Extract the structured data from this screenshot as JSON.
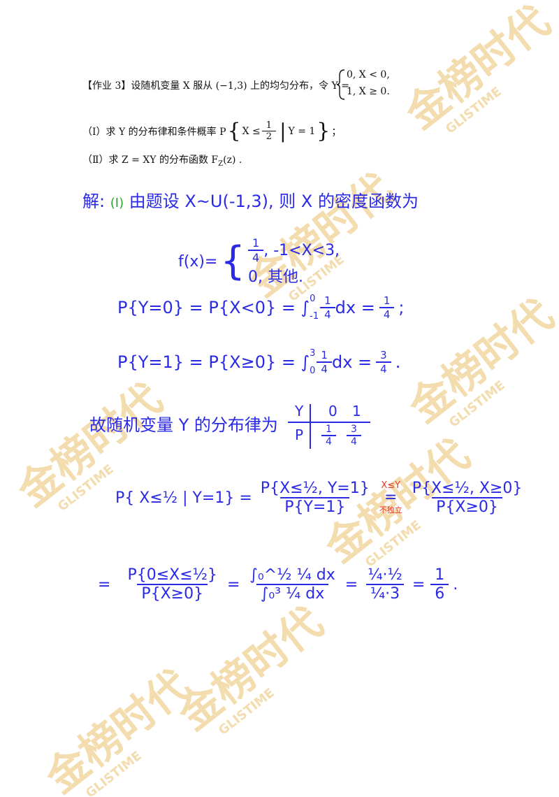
{
  "watermark": {
    "brand_cn": "金榜时代",
    "brand_en": "GLISTIME",
    "color": "#f3dcae"
  },
  "problem": {
    "tag": "【作业 3】",
    "stem": "设随机变量 X 服从 (−1,3) 上的均匀分布，令 Y =",
    "case1": "0,    X < 0,",
    "case2": "1,    X ≥ 0.",
    "part1_pre": "（Ⅰ）求 Y 的分布律和条件概率 P",
    "part1_cond_left": "X ≤",
    "part1_half_num": "1",
    "part1_half_den": "2",
    "part1_cond_right": "Y = 1",
    "part1_end": "；",
    "part2": "（Ⅱ）求 Z = XY 的分布函数 F",
    "part2_sub": "Z",
    "part2_end": "(z) ."
  },
  "solution": {
    "intro_prefix": "解:",
    "intro_mark": "(Ⅰ)",
    "intro_text": "由题设 X~U(-1,3), 则 X 的密度函数为",
    "density_lhs": "f(x)=",
    "density_case1_num": "1",
    "density_case1_den": "4",
    "density_case1_cond": ",   -1<X<3,",
    "density_case2": "0,     其他.",
    "py0_lhs": "P{Y=0} = P{X<0} = ∫",
    "py0_upper": "0",
    "py0_lower": "-1",
    "py0_num": "1",
    "py0_den": "4",
    "py0_mid": "dx =",
    "py0_res_num": "1",
    "py0_res_den": "4",
    "py0_end": ";",
    "py1_lhs": "P{Y=1} = P{X≥0} = ∫",
    "py1_upper": "3",
    "py1_lower": "0",
    "py1_num": "1",
    "py1_den": "4",
    "py1_mid": "dx =",
    "py1_res_num": "3",
    "py1_res_den": "4",
    "py1_end": ".",
    "dist_text": "故随机变量 Y 的分布律为",
    "table_head": [
      "Y",
      "0",
      "1"
    ],
    "table_row_label": "P",
    "table_vals": [
      {
        "num": "1",
        "den": "4"
      },
      {
        "num": "3",
        "den": "4"
      }
    ],
    "cond_lhs": "P{ X≤½ | Y=1} =",
    "cond_frac1_num": "P{X≤½, Y=1}",
    "cond_frac1_den": "P{Y=1}",
    "red_note_top": "X≤Y",
    "red_note_bottom": "不独立",
    "cond_frac2_num": "P{X≤½, X≥0}",
    "cond_frac2_den": "P{X≥0}",
    "line2_eq1": "=",
    "line2_frac1_num": "P{0≤X≤½}",
    "line2_frac1_den": "P{X≥0}",
    "line2_eq2": "=",
    "line2_frac2_num": "∫₀^½ ¼ dx",
    "line2_frac2_den": "∫₀³ ¼ dx",
    "line2_eq3": "=",
    "line2_frac3_num": "¼·½",
    "line2_frac3_den": "¼·3",
    "line2_eq4": "=",
    "line2_res_num": "1",
    "line2_res_den": "6",
    "line2_end": "."
  }
}
